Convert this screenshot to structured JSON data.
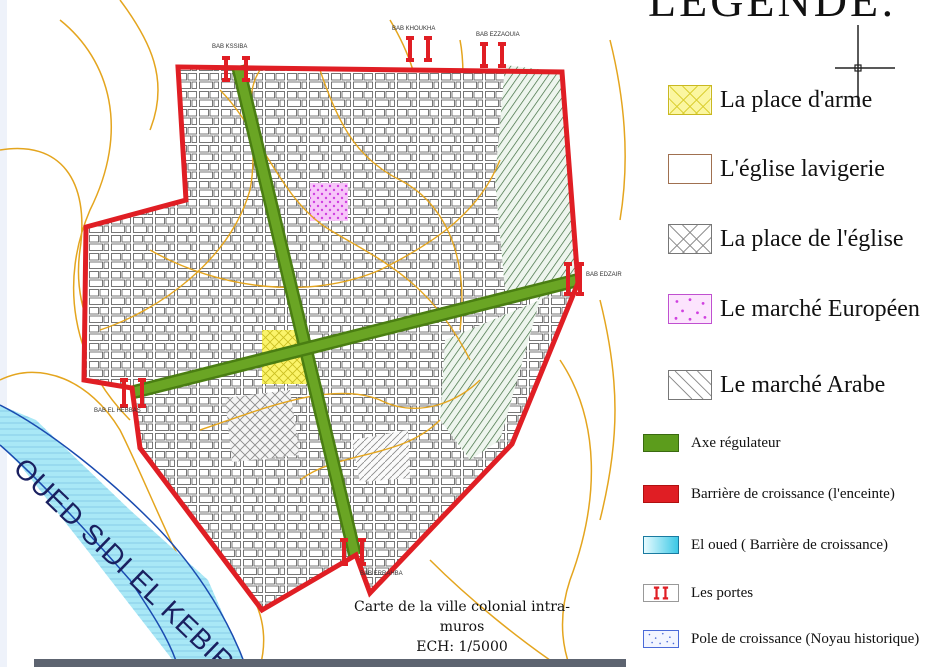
{
  "legend": {
    "title": "LÉGENDE:",
    "items": [
      {
        "label": "La place d'arme",
        "icon": "crosshatch-yellow-swatch",
        "color": "#f2ea4a"
      },
      {
        "label": "L'église lavigerie",
        "icon": "plain-swatch",
        "color": "#ffffff"
      },
      {
        "label": "La place de l'église",
        "icon": "crosshatch-grey-swatch",
        "color": "#9a9a9a"
      },
      {
        "label": "Le marché Européen",
        "icon": "magenta-dots-swatch",
        "color": "#e070e8"
      },
      {
        "label": "Le marché Arabe",
        "icon": "diagonal-hatch-swatch",
        "color": "#777777"
      }
    ],
    "small_items": [
      {
        "label": "Axe régulateur",
        "icon": "green-bar-swatch",
        "color": "#5c9c1c"
      },
      {
        "label": "Barrière de croissance  (l'enceinte)",
        "icon": "red-bar-swatch",
        "color": "#e01e24"
      },
      {
        "label": "El oued ( Barrière de croissance)",
        "icon": "cyan-gradient-swatch",
        "color": "#3cc8e6"
      },
      {
        "label": "Les portes",
        "icon": "gate-symbol-swatch",
        "color": "#e01e24"
      },
      {
        "label": "Pole de croissance (Noyau historique)",
        "icon": "blue-dots-swatch",
        "color": "#4a6ad8"
      }
    ]
  },
  "map": {
    "river_name": "OUED SIDI EL KEBIR",
    "gates": [
      "BAB KSSIBA",
      "BAB KHOUKHA",
      "BAB EZZAOUIA",
      "BAB EDZAIR",
      "BAB EL HEBBAS",
      "BAB ERRAHBA"
    ]
  },
  "caption": {
    "line1": "Carte de la ville colonial intra-",
    "line2": "muros",
    "line3": "ECH: 1/5000"
  }
}
